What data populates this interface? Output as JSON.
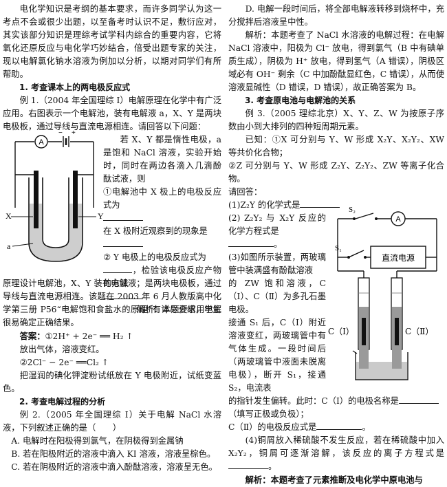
{
  "left": {
    "intro": "电化学知识是考纲的基本要求，而许多同学认为这一考点不会或很少出题，以至备考时认识不足，敷衍应对，其实该部分知识是理综考试学科内综合的重要内容，它将氧化还原反应与电化学巧妙结合，倍受出题专家的关注，现以电解氯化钠水溶液为例加以分析，以期对同学们有所帮助。",
    "sec1": "1. 考查课本上的两电极反应式",
    "ex1_a": "例 1.（2004 年全国理综 I）电解原理在化学中有广泛应用。右图表示一个电解池，装有电解液 a，X、Y 是两块电极板，通过导线与直流电源相连。请回答以下问题：",
    "ex1_side": [
      "若 X、Y 都是惰性电极，a 是饱和 NaCl 溶液，实验开始时，同时在两边各滴入几滴酚酞试液，则",
      "①电解池中 X 极上的电极反应式为",
      "在 X 极附近观察到的现象是",
      "② Y 电极上的电极反应式为",
      "，检验该电极反应产物的方法",
      "解析：本题要求用电解"
    ],
    "ex1_b": "原理设计电解池，X、Y 装有电解液；是两块电极板，通过导线与直流电源相连。该题在 2003 年 6 月人教版高中化学第三册 P56“电解饱和食盐水的原理”有详尽介绍，学生很易确定正确结果。",
    "ans_label": "答案：",
    "ans1": "①2H⁺ + 2e⁻ ══ H₂ ↑",
    "ans1b": "放出气体，溶液变红。",
    "ans2": "②2Cl⁻ − 2e⁻ ══Cl₂ ↑",
    "ans2b": "把湿润的碘化钾淀粉试纸放在 Y 电极附近，试纸变蓝色。",
    "sec2": "2. 考查电解过程的分析",
    "ex2": "例 2.（2005 年全国理综 Ⅰ）关于电解 NaCl 水溶液，下列叙述正确的是（　　）",
    "optA": "A. 电解时在阳极得到氯气，在阴极得到金属钠",
    "optB": "B. 若在阳极附近的溶液中滴入 KI 溶液，溶液呈棕色。",
    "optC": "C. 若在阴极附近的溶液中滴入酚酞溶液，溶液呈无色。",
    "fig1": {
      "A": "A",
      "X": "X",
      "Y": "Y",
      "a": "a",
      "minus": "−",
      "plus": "+"
    }
  },
  "right": {
    "optD": "D. 电解一段时间后，将全部电解液转移到烧杯中，充分搅拌后溶液呈中性。",
    "ex2_ana": "解析：本题考查了 NaCl 水溶液的电解过程：在电解 NaCl 溶液中，阳极为 Cl⁻ 放电，得到氯气（B 中有碘单质生成），阴极为 H⁺ 放电，得到氢气（A 错误），阴极区域必有 OH⁻ 剩余（C 中加酚酞显红色，C 错误），从而使溶液显碱性（D 错误，D 错误），故正确答案为 B。",
    "sec3": "3. 考查原电池与电解池的关系",
    "ex3": "例 3.（2005 理综北京）X、Y、Z、W 为按原子序数由小到大排列的四种短周期元素。",
    "known": "已知：①X 可分别与 Y、W 形成 X₂Y、X₂Y₂、XW 等共价化合物；",
    "known2": "②Z 可分别与 Y、W 形成 Z₂Y、Z₂Y₂、ZW 等离子化合物。",
    "ask": "请回答：",
    "q1": "(1)Z₂Y 的化学式是",
    "q2a": "(2) Z₂Y₂ 与 X₂Y 反应的化学方程式是",
    "q3": [
      "(3)如图所示装置，两玻璃管中装满盛有酚酞溶液",
      "的 ZW 饱和溶液，C（Ⅰ）、C（Ⅱ）为多孔石墨电极。",
      "接通 S₁ 后，C（Ⅰ）附近溶液变红，两玻璃管中有气体生成。一段时间后（两玻璃管中液面未脱离电极），断开 S₁，接通 S₂，电流表"
    ],
    "q3b": "的指针发生偏转。此时：C（Ⅰ）的电极名称是",
    "q3c": "（填写正极或负极）；",
    "q3d": "C（Ⅱ）的电极反应式是",
    "q4": "(4)铜屑放入稀硫酸不发生反应，若在稀硫酸中加入 X₂Y₂，铜屑可逐渐溶解，该反应的离子方程式是",
    "ana3": "解析：本题考查了元素推断及电化学中原电池与",
    "fig2": {
      "S2": "S₂",
      "S1": "S₁",
      "A": "A",
      "source": "直流电源",
      "C1": "C（Ⅰ）",
      "C2": "C（Ⅱ）"
    }
  }
}
